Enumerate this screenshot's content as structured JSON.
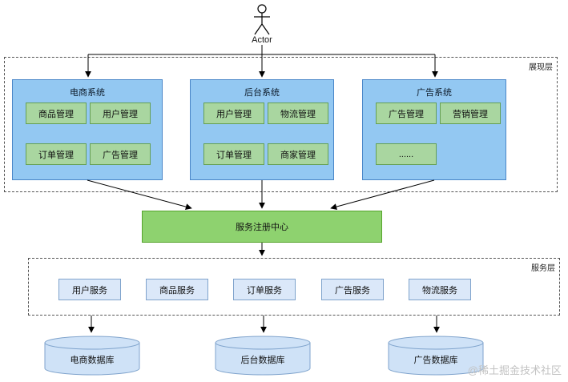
{
  "watermark": "@稀土掘金技术社区",
  "actor": {
    "label": "Actor"
  },
  "layers": {
    "presentation": {
      "label": "展现层"
    },
    "service": {
      "label": "服务层"
    }
  },
  "systems": [
    {
      "title": "电商系统",
      "modules": [
        "商品管理",
        "用户管理",
        "订单管理",
        "广告管理"
      ]
    },
    {
      "title": "后台系统",
      "modules": [
        "用户管理",
        "物流管理",
        "订单管理",
        "商家管理"
      ]
    },
    {
      "title": "广告系统",
      "modules": [
        "广告管理",
        "营销管理",
        "......"
      ]
    }
  ],
  "registry": {
    "label": "服务注册中心"
  },
  "services": [
    "用户服务",
    "商品服务",
    "订单服务",
    "广告服务",
    "物流服务"
  ],
  "databases": [
    "电商数据库",
    "后台数据库",
    "广告数据库"
  ],
  "colors": {
    "system_fill": "#93c8f2",
    "module_fill": "#a9d6a0",
    "registry_fill": "#8ed26f",
    "service_fill": "#dbe8f9",
    "db_fill": "#cfe2f7"
  }
}
